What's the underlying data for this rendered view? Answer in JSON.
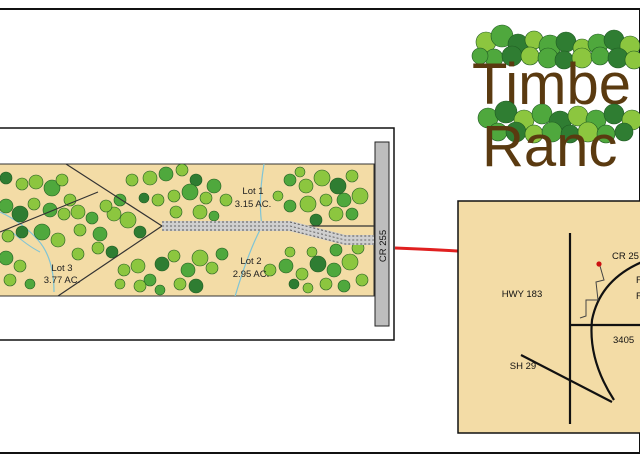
{
  "logo": {
    "line1": "Timbe",
    "line2": "Ranc",
    "text_color": "#5a3a10",
    "foliage_colors": [
      "#8cc63f",
      "#4fa83d",
      "#2f7d32"
    ]
  },
  "site_plan": {
    "road_label": "CR 255",
    "lots": [
      {
        "name": "Lot 1",
        "acreage": "3.15 AC."
      },
      {
        "name": "Lot 2",
        "acreage": "2.95 AC."
      },
      {
        "name": "Lot 3",
        "acreage": "3.77 AC."
      }
    ],
    "land_color": "#f3dca6",
    "creek_color": "#7fc4d6",
    "road_color": "#bdbdbd",
    "tree_colors": [
      "#8cc63f",
      "#4fa83d",
      "#2f7d32"
    ]
  },
  "pointer_arrow": {
    "color": "#e02020"
  },
  "location_map": {
    "labels": {
      "cr": "CR 25",
      "hwy": "HWY 183",
      "fm": "3405",
      "sh": "SH 29",
      "r1": "F",
      "r2": "R"
    },
    "land_color": "#f3dca6",
    "marker_color": "#cc1111"
  }
}
